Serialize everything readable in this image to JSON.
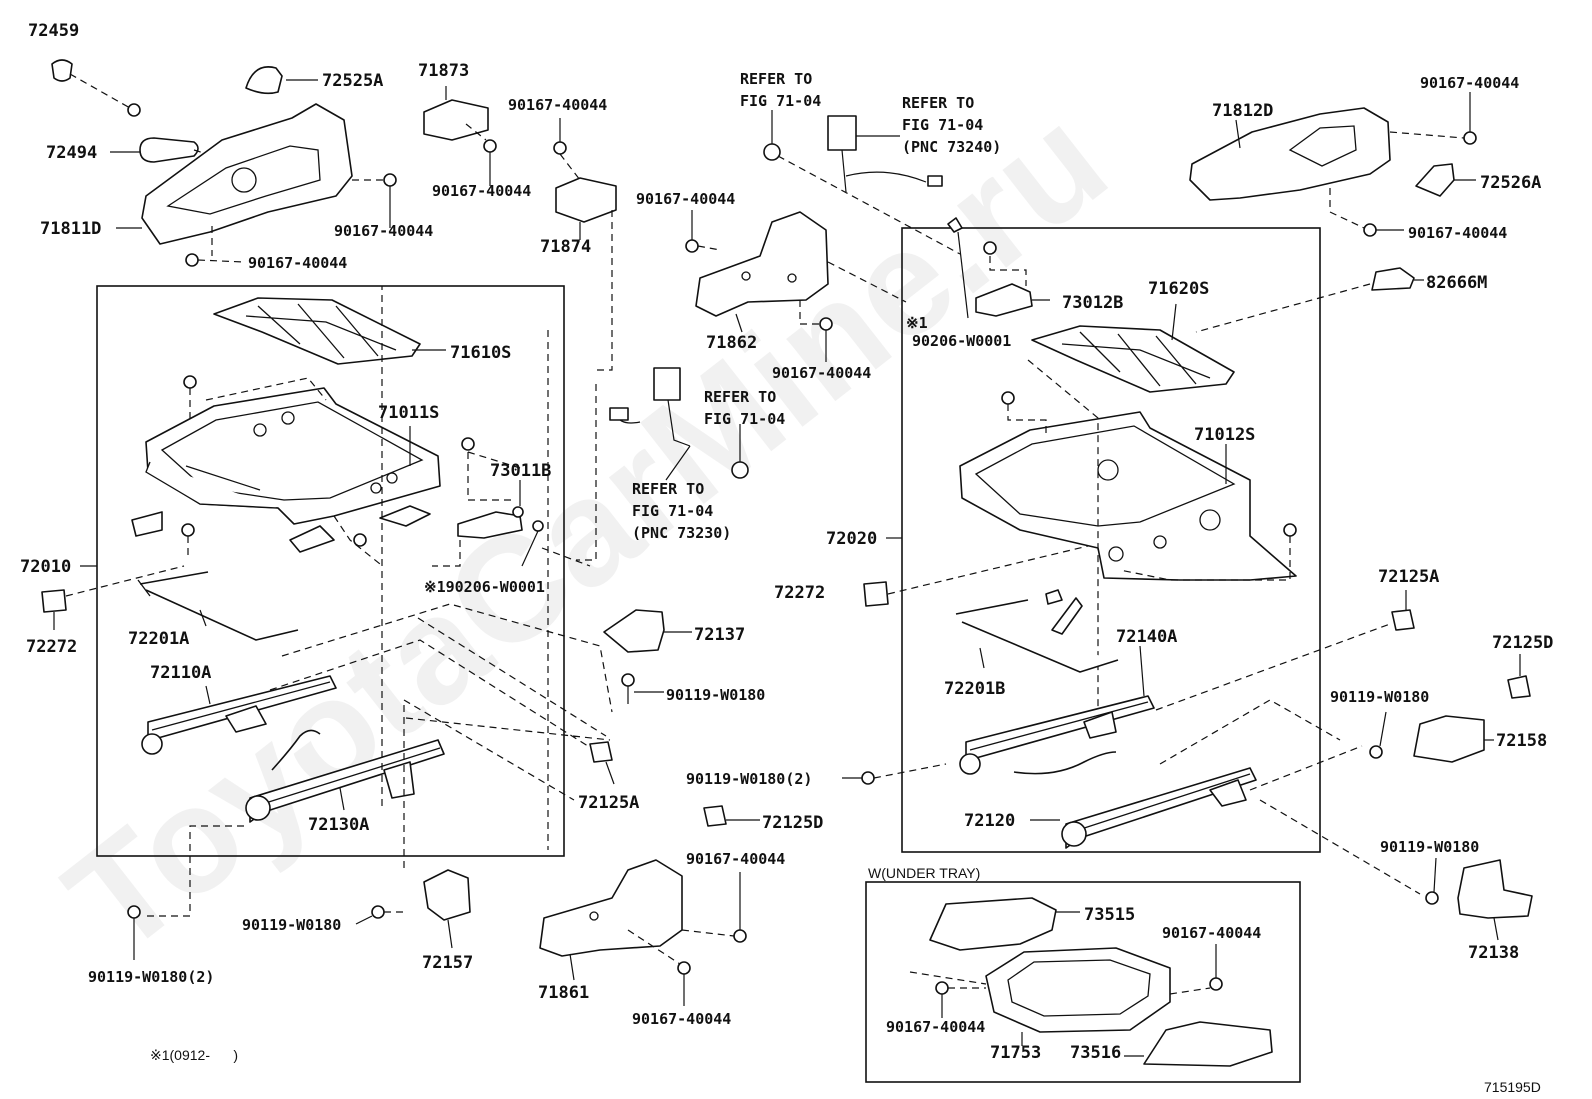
{
  "watermark": "ToyotaCarMine.ru",
  "figure_id": "715195D",
  "footnote": "※1(0912-      )",
  "under_tray_title": "W(UNDER TRAY)",
  "parts": {
    "p72459": "72459",
    "p72525A": "72525A",
    "p72494": "72494",
    "p71811D": "71811D",
    "p90167_a": "90167-40044",
    "p90167_b": "90167-40044",
    "p71873": "71873",
    "p90167_c": "90167-40044",
    "p90167_d": "90167-40044",
    "p71874": "71874",
    "p90167_e": "90167-40044",
    "p71862": "71862",
    "p90167_f": "90167-40044",
    "p71812D": "71812D",
    "p90167_g": "90167-40044",
    "p72526A": "72526A",
    "p90167_h": "90167-40044",
    "p82666M": "82666M",
    "p71610S": "71610S",
    "p71011S": "71011S",
    "p73011B": "73011B",
    "p190206": "※190206-W0001",
    "p72010": "72010",
    "p72272_a": "72272",
    "p72201A": "72201A",
    "p72110A": "72110A",
    "p72130A": "72130A",
    "p72137": "72137",
    "p90119_a": "90119-W0180",
    "p72125A_a": "72125A",
    "p90119_b": "90119-W0180(2)",
    "p72125D_a": "72125D",
    "p90119_c": "90119-W0180",
    "p72157": "72157",
    "p90119_d": "90119-W0180(2)",
    "p90167_i": "90167-40044",
    "p71861": "71861",
    "p90167_j": "90167-40044",
    "p73012B": "73012B",
    "p90206": "90206-W0001",
    "p71620S": "71620S",
    "p71012S": "71012S",
    "p72020": "72020",
    "p72272_b": "72272",
    "p72201B": "72201B",
    "p72140A": "72140A",
    "p72120": "72120",
    "p72125A_b": "72125A",
    "p72125D_b": "72125D",
    "p90119_e": "90119-W0180",
    "p72158": "72158",
    "p90119_f": "90119-W0180",
    "p72138": "72138",
    "p73515": "73515",
    "p90167_k": "90167-40044",
    "p90167_l": "90167-40044",
    "p71753": "71753",
    "p73516": "73516",
    "star1": "※1"
  },
  "refs": {
    "r1_line1": "REFER TO",
    "r1_line2": "FIG 71-04",
    "r2_line1": "REFER TO",
    "r2_line2": "FIG 71-04",
    "r2_line3": "(PNC 73240)",
    "r3_line1": "REFER TO",
    "r3_line2": "FIG 71-04",
    "r4_line1": "REFER TO",
    "r4_line2": "FIG 71-04",
    "r4_line3": "(PNC 73230)"
  }
}
